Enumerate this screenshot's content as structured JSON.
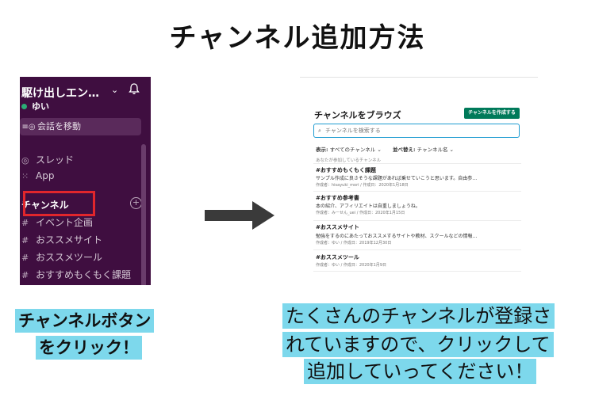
{
  "title": "チャンネル追加方法",
  "sidebar": {
    "workspace": "駆け出しエン…",
    "user": "ゆい",
    "jump": "会話を移動",
    "threads": "スレッド",
    "apps": "App",
    "channels": "チャンネル",
    "channel_items": [
      "イベント企画",
      "おススメサイト",
      "おススメツール",
      "おすすめもくもく課題"
    ],
    "colors": {
      "bg": "#3f0e40",
      "highlight": "#e1262c",
      "presence": "#2bac76"
    }
  },
  "browse": {
    "title": "チャンネルをブラウズ",
    "create_button": "チャンネルを作成する",
    "search_placeholder": "チャンネルを検索する",
    "filter_label": "表示:",
    "filter_value": "すべてのチャンネル",
    "sort_label": "並べ替え:",
    "sort_value": "チャンネル名",
    "joined_label": "あなたが参加しているチャンネル",
    "channels": [
      {
        "name": "#おすすめもくもく課題",
        "desc": "サンプル作成に良さそうな課題があれば乗せていこうと思います。自由参…",
        "meta": "作成者：hisayuki_mori / 作成日：2020年1月18日"
      },
      {
        "name": "#おすすめ参考書",
        "desc": "本の紹介、アフィリエイトは自重しましょうね。",
        "meta": "作成者：みーせん_uei / 作成日：2020年1月15日"
      },
      {
        "name": "#おススメサイト",
        "desc": "勉強をするのにあたっておススメするサイトや教材、スクールなどの情報…",
        "meta": "作成者：ゆい / 作成日：2019年12月30日"
      },
      {
        "name": "#おススメツール",
        "desc": "",
        "meta": "作成者：ゆい / 作成日：2020年1月9日"
      }
    ],
    "colors": {
      "button": "#007a5a",
      "focus": "#1d9bd1"
    }
  },
  "captions": {
    "left_1": "チャンネルボタン",
    "left_2": "をクリック！",
    "right_1": "たくさんのチャンネルが登録さ",
    "right_2": "れていますので、クリックして",
    "right_3": "追加していってください！",
    "highlight_color": "#7dd8ec"
  }
}
